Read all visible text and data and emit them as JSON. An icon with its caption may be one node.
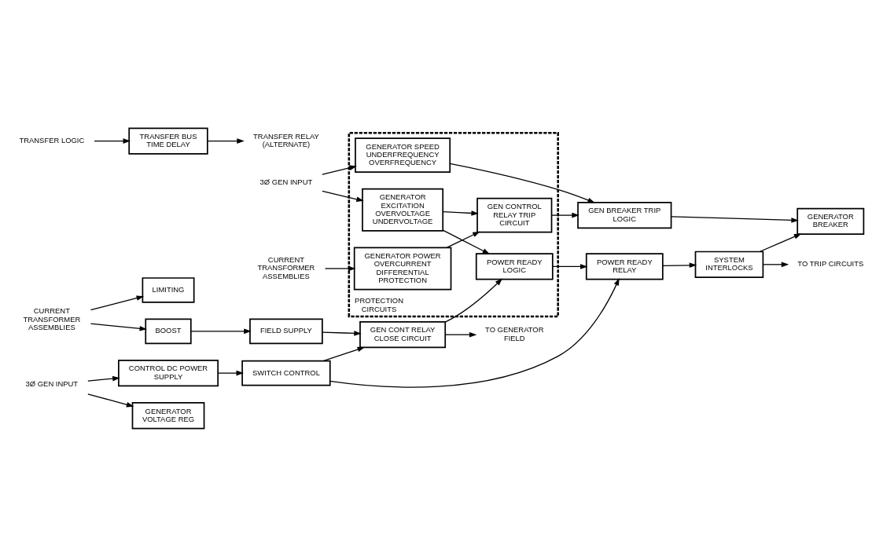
{
  "diagram": {
    "nodes": [
      {
        "text": [
          "PROTECTION CIRCUITS"
        ]
      },
      {
        "text": [
          "GENERATOR EXCITATION OVERVOLTAGE UNDERVOLTAGE"
        ],
        "in": 0
      },
      {
        "text": [
          "GEN CONTROL RELAY TRIP CIRCUIT"
        ],
        "in": 0
      },
      {
        "text": [
          "GENERATOR SPEED UNDERFREQUENCY OVERFREQUENCY"
        ],
        "in": 0
      },
      {
        "text": [
          "GENERATOR POWER OVERCURRENT DIFFERENTIAL PROTECTION"
        ],
        "in": 0
      },
      {
        "text": [
          "POWER READY LOGIC"
        ],
        "in": 0
      },
      {
        "text": [
          "3Ø GEN INPUT"
        ]
      },
      {
        "text": [
          "CURRENT TRANSFORMER ASSEMBLIES"
        ]
      },
      {
        "text": [
          "GEN BREAKER TRIP LOGIC"
        ]
      },
      {
        "text": [
          "GENERATOR BREAKER"
        ]
      },
      {
        "text": [
          "POWER READY RELAY"
        ]
      },
      {
        "text": [
          "SYSTEM INTERLOCKS"
        ]
      },
      {
        "text": [
          "TO TRIP CIRCUITS"
        ]
      },
      {
        "text": [
          "CONTROL DC POWER SUPPLY"
        ]
      },
      {
        "text": [
          "SWITCH CONTROL"
        ]
      },
      {
        "text": [
          "GEN CONT RELAY CLOSE CIRCUIT"
        ]
      },
      {
        "text": [
          "TO GENERATOR FIELD"
        ]
      },
      {
        "text": [
          "3Ø GEN INPUT"
        ]
      },
      {
        "text": [
          "GENERATOR VOLTAGE REG"
        ]
      },
      {
        "text": [
          "FIELD SUPPLY"
        ]
      },
      {
        "text": [
          "LIMITING"
        ]
      },
      {
        "text": [
          "BOOST"
        ]
      },
      {
        "text": [
          "CURRENT TRANSFORMER ASSEMBLIES"
        ]
      },
      {
        "text": [
          "TRANSFER BUS TIME DELAY"
        ]
      },
      {
        "text": [
          "TRANSFER RELAY (ALTERNATE)"
        ]
      },
      {
        "text": [
          "TRANSFER LOGIC"
        ]
      }
    ],
    "edges": [
      {
        "from": 6,
        "to": 1,
        "arrow": "to"
      },
      {
        "from": 6,
        "to": 3,
        "arrow": "to"
      },
      {
        "from": 7,
        "to": 4,
        "arrow": "to"
      },
      {
        "from": 1,
        "to": 2,
        "arrow": "to"
      },
      {
        "from": 4,
        "to": 2,
        "arrow": "to"
      },
      {
        "from": 1,
        "to": 5,
        "arrow": "to"
      },
      {
        "from": 2,
        "to": 8,
        "arrow": "to"
      },
      {
        "from": 3,
        "to": 8,
        "arrow": "to"
      },
      {
        "from": 8,
        "to": 9,
        "arrow": "to"
      },
      {
        "from": 5,
        "to": 10,
        "arrow": "to"
      },
      {
        "from": 10,
        "to": 11,
        "arrow": "to"
      },
      {
        "from": 11,
        "to": 9,
        "arrow": "to"
      },
      {
        "from": 11,
        "to": 12,
        "arrow": "to"
      },
      {
        "from": 15,
        "to": 5,
        "arrow": "to"
      },
      {
        "from": 14,
        "to": 10,
        "arrow": "to"
      },
      {
        "from": 13,
        "to": 14,
        "arrow": "to"
      },
      {
        "from": 14,
        "to": 15,
        "arrow": "to"
      },
      {
        "from": 15,
        "to": 16,
        "arrow": "to"
      },
      {
        "from": 17,
        "to": 13,
        "arrow": "to"
      },
      {
        "from": 17,
        "to": 18,
        "arrow": "to"
      },
      {
        "from": 19,
        "to": 15,
        "arrow": "to"
      },
      {
        "from": 21,
        "to": 19,
        "arrow": "to"
      },
      {
        "from": 22,
        "to": 20,
        "arrow": "to"
      },
      {
        "from": 22,
        "to": 21,
        "arrow": "to"
      },
      {
        "from": 25,
        "to": 23,
        "arrow": "to"
      },
      {
        "from": 23,
        "to": 24,
        "arrow": "to"
      }
    ]
  }
}
